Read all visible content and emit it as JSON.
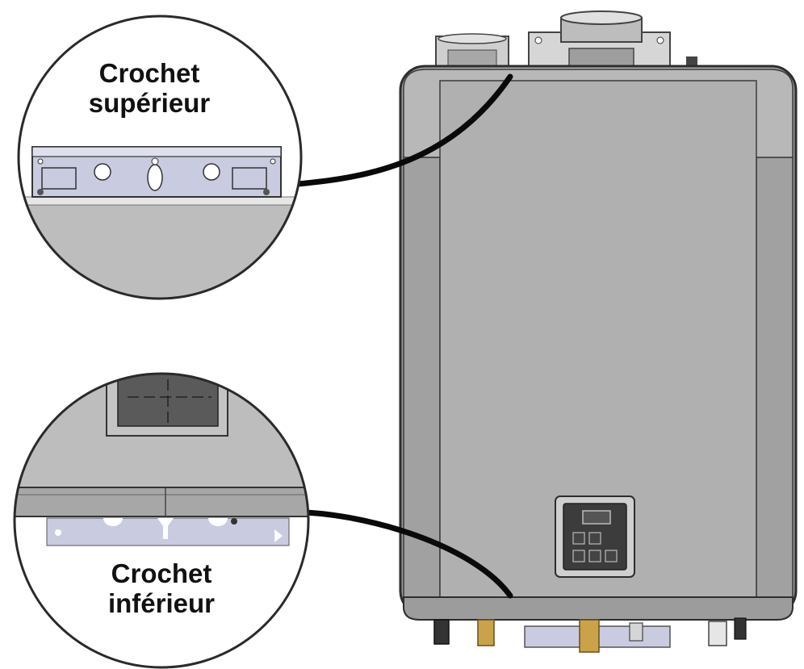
{
  "callouts": {
    "top": {
      "line1": "Crochet",
      "line2": "supérieur"
    },
    "bottom": {
      "line1": "Crochet",
      "line2": "inférieur"
    }
  },
  "colors": {
    "body": "#a9a9a9",
    "body_side": "#9b9b9b",
    "panel_dark": "#3c3c3c",
    "bracket": "#c9cbe0",
    "fitting_brass": "#c9a24a",
    "leader": "#0a0a0a"
  }
}
